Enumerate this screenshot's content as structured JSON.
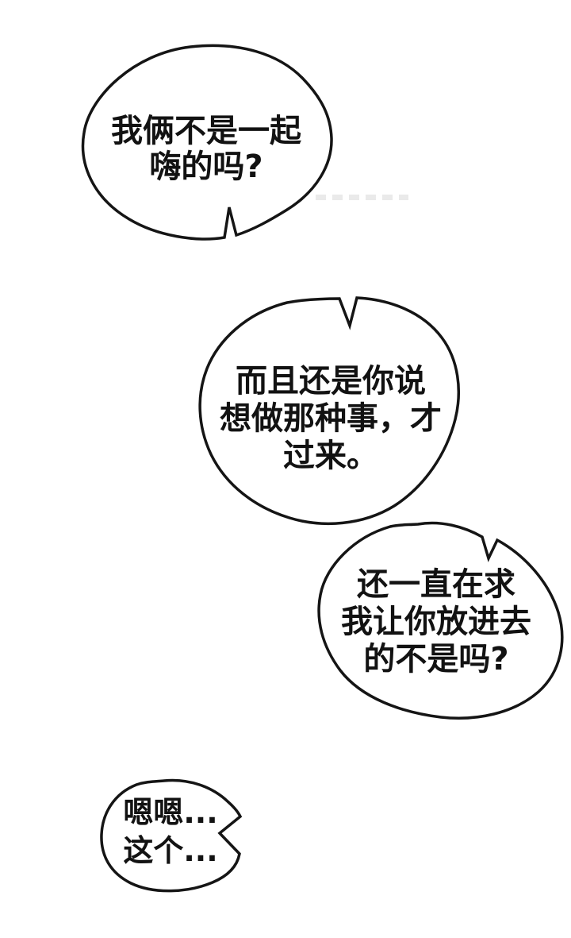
{
  "page": {
    "kind": "comic-page",
    "background_color": "#ffffff",
    "ink_color": "#151515",
    "text_color": "#121212"
  },
  "bubbles": [
    {
      "name": "bubble-top-left",
      "lines": [
        "我俩不是一起",
        "嗨的吗?"
      ]
    },
    {
      "name": "bubble-middle",
      "lines": [
        "而且还是你说",
        "想做那种事，才",
        "过来。"
      ]
    },
    {
      "name": "bubble-right",
      "lines": [
        "还一直在求",
        "我让你放进去",
        "的不是吗?"
      ]
    },
    {
      "name": "bubble-bottom-left",
      "lines": [
        "嗯嗯...",
        "这个..."
      ]
    }
  ]
}
